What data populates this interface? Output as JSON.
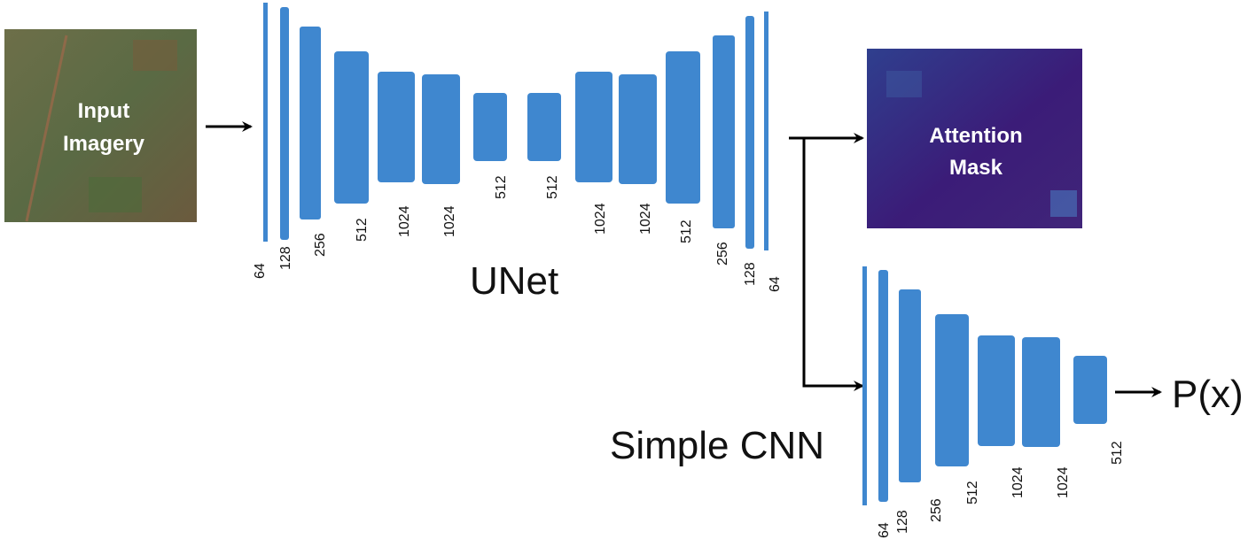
{
  "input_image": {
    "label_line1": "Input",
    "label_line2": "Imagery"
  },
  "unet": {
    "title": "UNet",
    "layers": [
      "64",
      "128",
      "256",
      "512",
      "1024",
      "1024",
      "512",
      "512",
      "1024",
      "1024",
      "512",
      "256",
      "128",
      "64"
    ]
  },
  "attention": {
    "label_line1": "Attention",
    "label_line2": "Mask"
  },
  "cnn": {
    "title": "Simple CNN",
    "layers": [
      "64",
      "128",
      "256",
      "512",
      "1024",
      "1024",
      "512"
    ]
  },
  "output": {
    "label": "P(x)"
  },
  "colors": {
    "block": "#3f87cf",
    "mask_bg": "#3b1c78",
    "image_bg": "#5f6a45"
  }
}
